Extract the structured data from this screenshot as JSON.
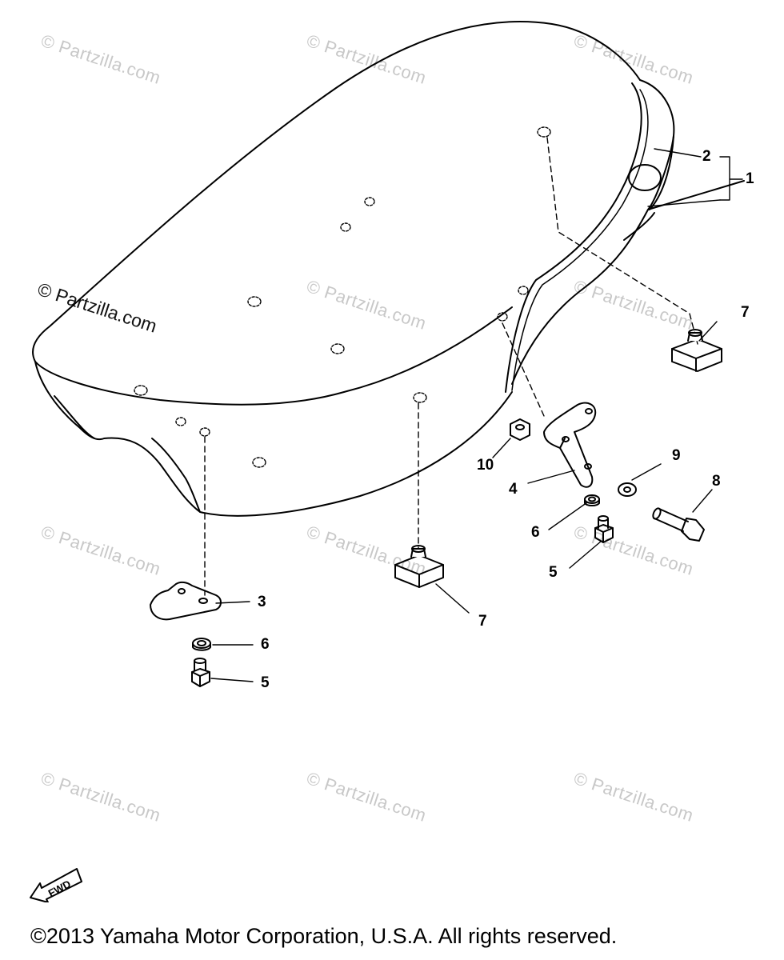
{
  "watermark": {
    "text": "© Partzilla.com",
    "main_text": "© Partzilla.com"
  },
  "callouts": {
    "c1": "1",
    "c2": "2",
    "c3": "3",
    "c4": "4",
    "c5a": "5",
    "c5b": "5",
    "c6a": "6",
    "c6b": "6",
    "c7a": "7",
    "c7b": "7",
    "c8": "8",
    "c9": "9",
    "c10": "10"
  },
  "fwd": {
    "label": "FWD"
  },
  "footer": {
    "copyright": "©2013 Yamaha Motor Corporation, U.S.A. All rights reserved."
  },
  "colors": {
    "line": "#000000",
    "watermark": "#c8c8c8",
    "background": "#ffffff"
  }
}
